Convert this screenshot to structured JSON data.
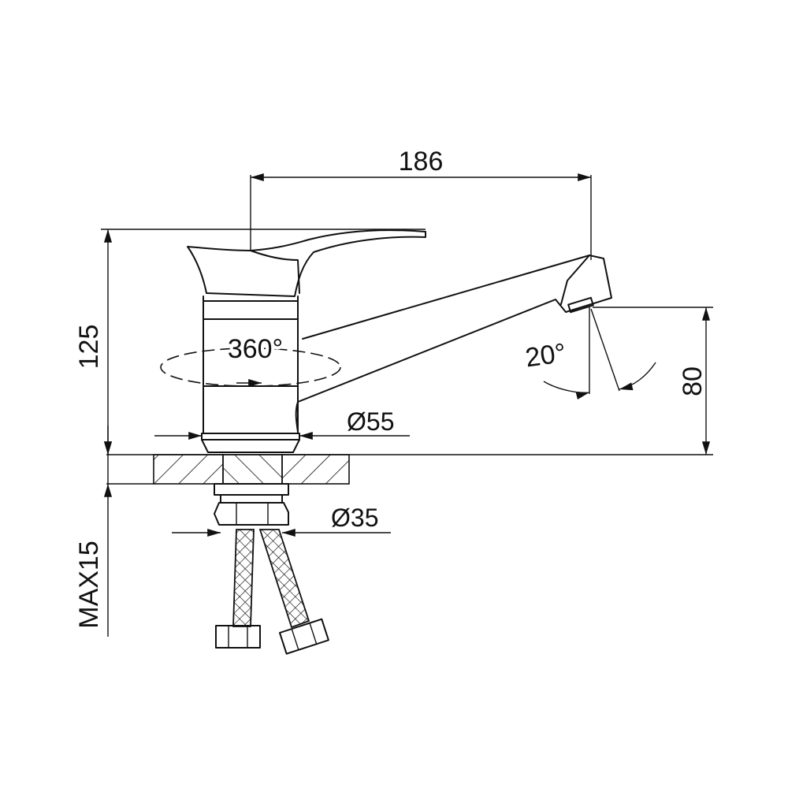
{
  "dimensions": {
    "spout_reach": "186",
    "overall_height": "125",
    "spout_height": "80",
    "max_counter_thickness": "MAX15",
    "body_diameter": "Ø55",
    "shank_diameter": "Ø35",
    "swivel_angle": "360°",
    "aerator_angle": "20°"
  }
}
